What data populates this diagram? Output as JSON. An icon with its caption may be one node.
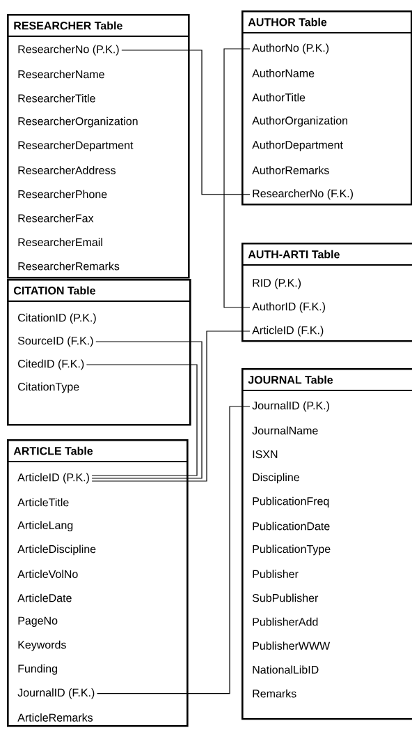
{
  "diagram": {
    "nodes": [
      {
        "text": [
          "RESEARCHER Table"
        ]
      },
      {
        "text": [
          "ResearcherNo (P.K.)"
        ],
        "in": 0
      },
      {
        "text": [
          "ResearcherName"
        ],
        "in": 0
      },
      {
        "text": [
          "ResearcherTitle"
        ],
        "in": 0
      },
      {
        "text": [
          "ResearcherOrganization"
        ],
        "in": 0
      },
      {
        "text": [
          "ResearcherDepartment"
        ],
        "in": 0
      },
      {
        "text": [
          "ResearcherAddress"
        ],
        "in": 0
      },
      {
        "text": [
          "ResearcherPhone"
        ],
        "in": 0
      },
      {
        "text": [
          "ResearcherFax"
        ],
        "in": 0
      },
      {
        "text": [
          "ResearcherEmail"
        ],
        "in": 0
      },
      {
        "text": [
          "ResearcherRemarks"
        ],
        "in": 0
      },
      {
        "text": [
          "AUTHOR Table"
        ]
      },
      {
        "text": [
          "AuthorNo (P.K.)"
        ],
        "in": 11
      },
      {
        "text": [
          "AuthorName"
        ],
        "in": 11
      },
      {
        "text": [
          "AuthorTitle"
        ],
        "in": 11
      },
      {
        "text": [
          "AuthorOrganization"
        ],
        "in": 11
      },
      {
        "text": [
          "AuthorDepartment"
        ],
        "in": 11
      },
      {
        "text": [
          "AuthorRemarks"
        ],
        "in": 11
      },
      {
        "text": [
          "ResearcherNo (F.K.)"
        ],
        "in": 11
      },
      {
        "text": [
          "AUTH-ARTI Table"
        ]
      },
      {
        "text": [
          "RID (P.K.)"
        ],
        "in": 19
      },
      {
        "text": [
          "AuthorID (F.K.)"
        ],
        "in": 19
      },
      {
        "text": [
          "ArticleID (F.K.)"
        ],
        "in": 19
      },
      {
        "text": [
          "CITATION Table"
        ]
      },
      {
        "text": [
          "CitationID (P.K.)"
        ],
        "in": 23
      },
      {
        "text": [
          "SourceID (F.K.)"
        ],
        "in": 23
      },
      {
        "text": [
          "CitedID (F.K.)"
        ],
        "in": 23
      },
      {
        "text": [
          "CitationType"
        ],
        "in": 23
      },
      {
        "text": [
          "JOURNAL Table"
        ]
      },
      {
        "text": [
          "JournalID (P.K.)"
        ],
        "in": 28
      },
      {
        "text": [
          "JournalName"
        ],
        "in": 28
      },
      {
        "text": [
          "ISXN"
        ],
        "in": 28
      },
      {
        "text": [
          "Discipline"
        ],
        "in": 28
      },
      {
        "text": [
          "PublicationFreq"
        ],
        "in": 28
      },
      {
        "text": [
          "PublicationDate"
        ],
        "in": 28
      },
      {
        "text": [
          "PublicationType"
        ],
        "in": 28
      },
      {
        "text": [
          "Publisher"
        ],
        "in": 28
      },
      {
        "text": [
          "SubPublisher"
        ],
        "in": 28
      },
      {
        "text": [
          "PublisherAdd"
        ],
        "in": 28
      },
      {
        "text": [
          "PublisherWWW"
        ],
        "in": 28
      },
      {
        "text": [
          "NationalLibID"
        ],
        "in": 28
      },
      {
        "text": [
          "Remarks"
        ],
        "in": 28
      },
      {
        "text": [
          "ARTICLE Table"
        ]
      },
      {
        "text": [
          "ArticleID (P.K.)"
        ],
        "in": 42
      },
      {
        "text": [
          "ArticleTitle"
        ],
        "in": 42
      },
      {
        "text": [
          "ArticleLang"
        ],
        "in": 42
      },
      {
        "text": [
          "ArticleDiscipline"
        ],
        "in": 42
      },
      {
        "text": [
          "ArticleVolNo"
        ],
        "in": 42
      },
      {
        "text": [
          "ArticleDate"
        ],
        "in": 42
      },
      {
        "text": [
          "PageNo"
        ],
        "in": 42
      },
      {
        "text": [
          "Keywords"
        ],
        "in": 42
      },
      {
        "text": [
          "Funding"
        ],
        "in": 42
      },
      {
        "text": [
          "JournalID (F.K.)"
        ],
        "in": 42
      },
      {
        "text": [
          "ArticleRemarks"
        ],
        "in": 42
      }
    ],
    "edges": [
      {
        "from": 1,
        "to": 18,
        "arrow": "none"
      },
      {
        "from": 12,
        "to": 21,
        "arrow": "none"
      },
      {
        "from": 22,
        "to": 43,
        "arrow": "none"
      },
      {
        "from": 25,
        "to": 43,
        "arrow": "none"
      },
      {
        "from": 26,
        "to": 43,
        "arrow": "none"
      },
      {
        "from": 52,
        "to": 29,
        "arrow": "none"
      }
    ]
  }
}
